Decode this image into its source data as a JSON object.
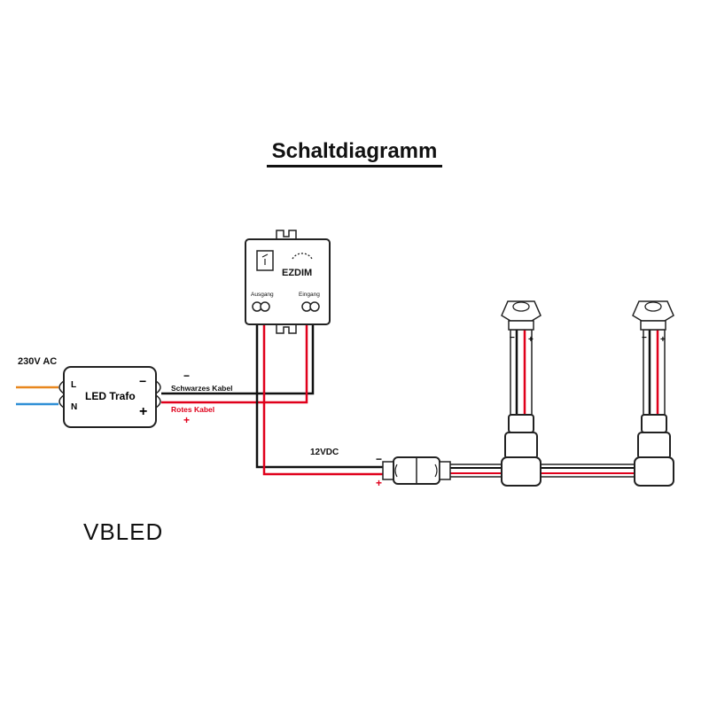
{
  "title": "Schaltdiagramm",
  "brand": "VBLED",
  "mains": {
    "label": "230V AC",
    "l": "L",
    "n": "N"
  },
  "trafo": {
    "label": "LED Trafo",
    "minus": "−",
    "plus": "+"
  },
  "cables": {
    "black": "Schwarzes Kabel",
    "red": "Rotes Kabel",
    "minus": "−",
    "plus": "+"
  },
  "dimmer": {
    "brand": "EZDIM",
    "out": "Ausgang",
    "in": "Eingang"
  },
  "dc": {
    "label": "12VDC",
    "minus": "−",
    "plus": "+"
  },
  "spots": [
    {
      "minus": "−",
      "plus": "+"
    },
    {
      "minus": "−",
      "plus": "+"
    }
  ],
  "colors": {
    "wire_black": "#111111",
    "wire_red": "#e0001b",
    "wire_orange": "#e8871e",
    "wire_blue": "#2f8fd6",
    "outline": "#222222"
  }
}
